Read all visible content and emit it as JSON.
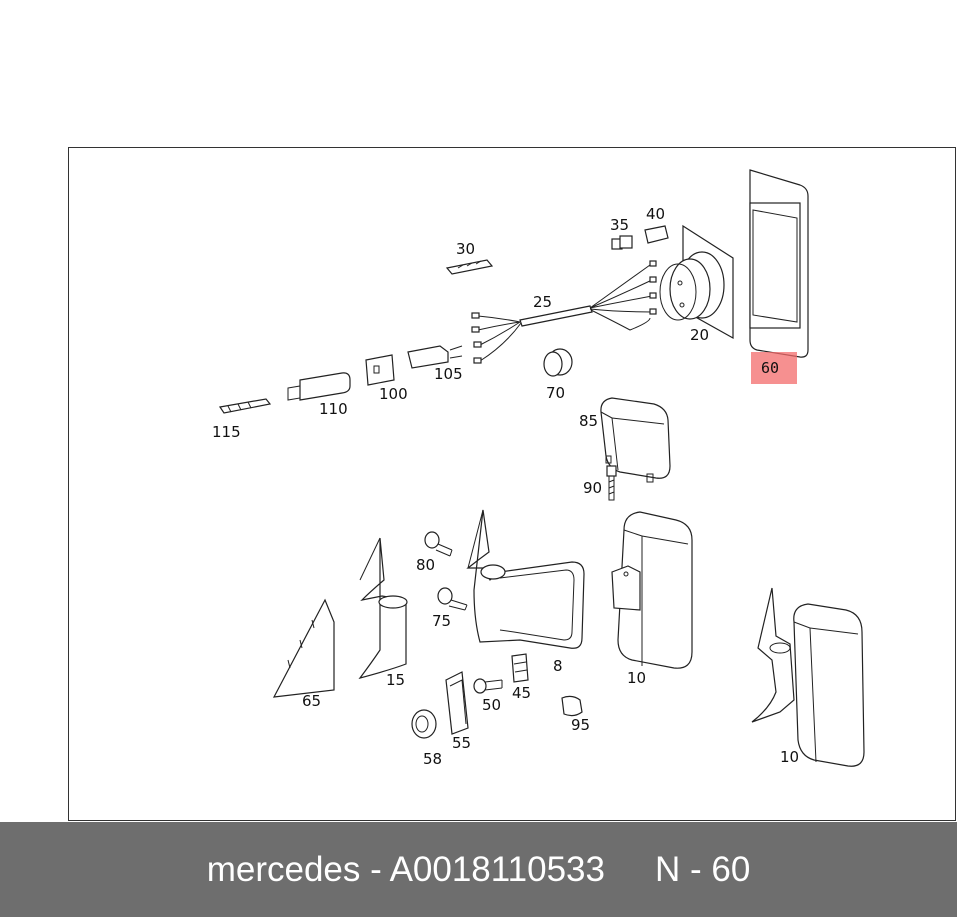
{
  "callouts": {
    "c30": "30",
    "c35": "35",
    "c40": "40",
    "c25": "25",
    "c20": "20",
    "c60": "60",
    "c70": "70",
    "c100": "100",
    "c105": "105",
    "c110": "110",
    "c115": "115",
    "c85": "85",
    "c90": "90",
    "c80": "80",
    "c75": "75",
    "c65": "65",
    "c15": "15",
    "c8": "8",
    "c10a": "10",
    "c10b": "10",
    "c45": "45",
    "c50": "50",
    "c55": "55",
    "c58": "58",
    "c95": "95"
  },
  "highlight": {
    "color": "#f36b6b",
    "label": "60"
  },
  "footer": {
    "part_text": "mercedes - A0018110533",
    "ref_text": "N - 60"
  }
}
